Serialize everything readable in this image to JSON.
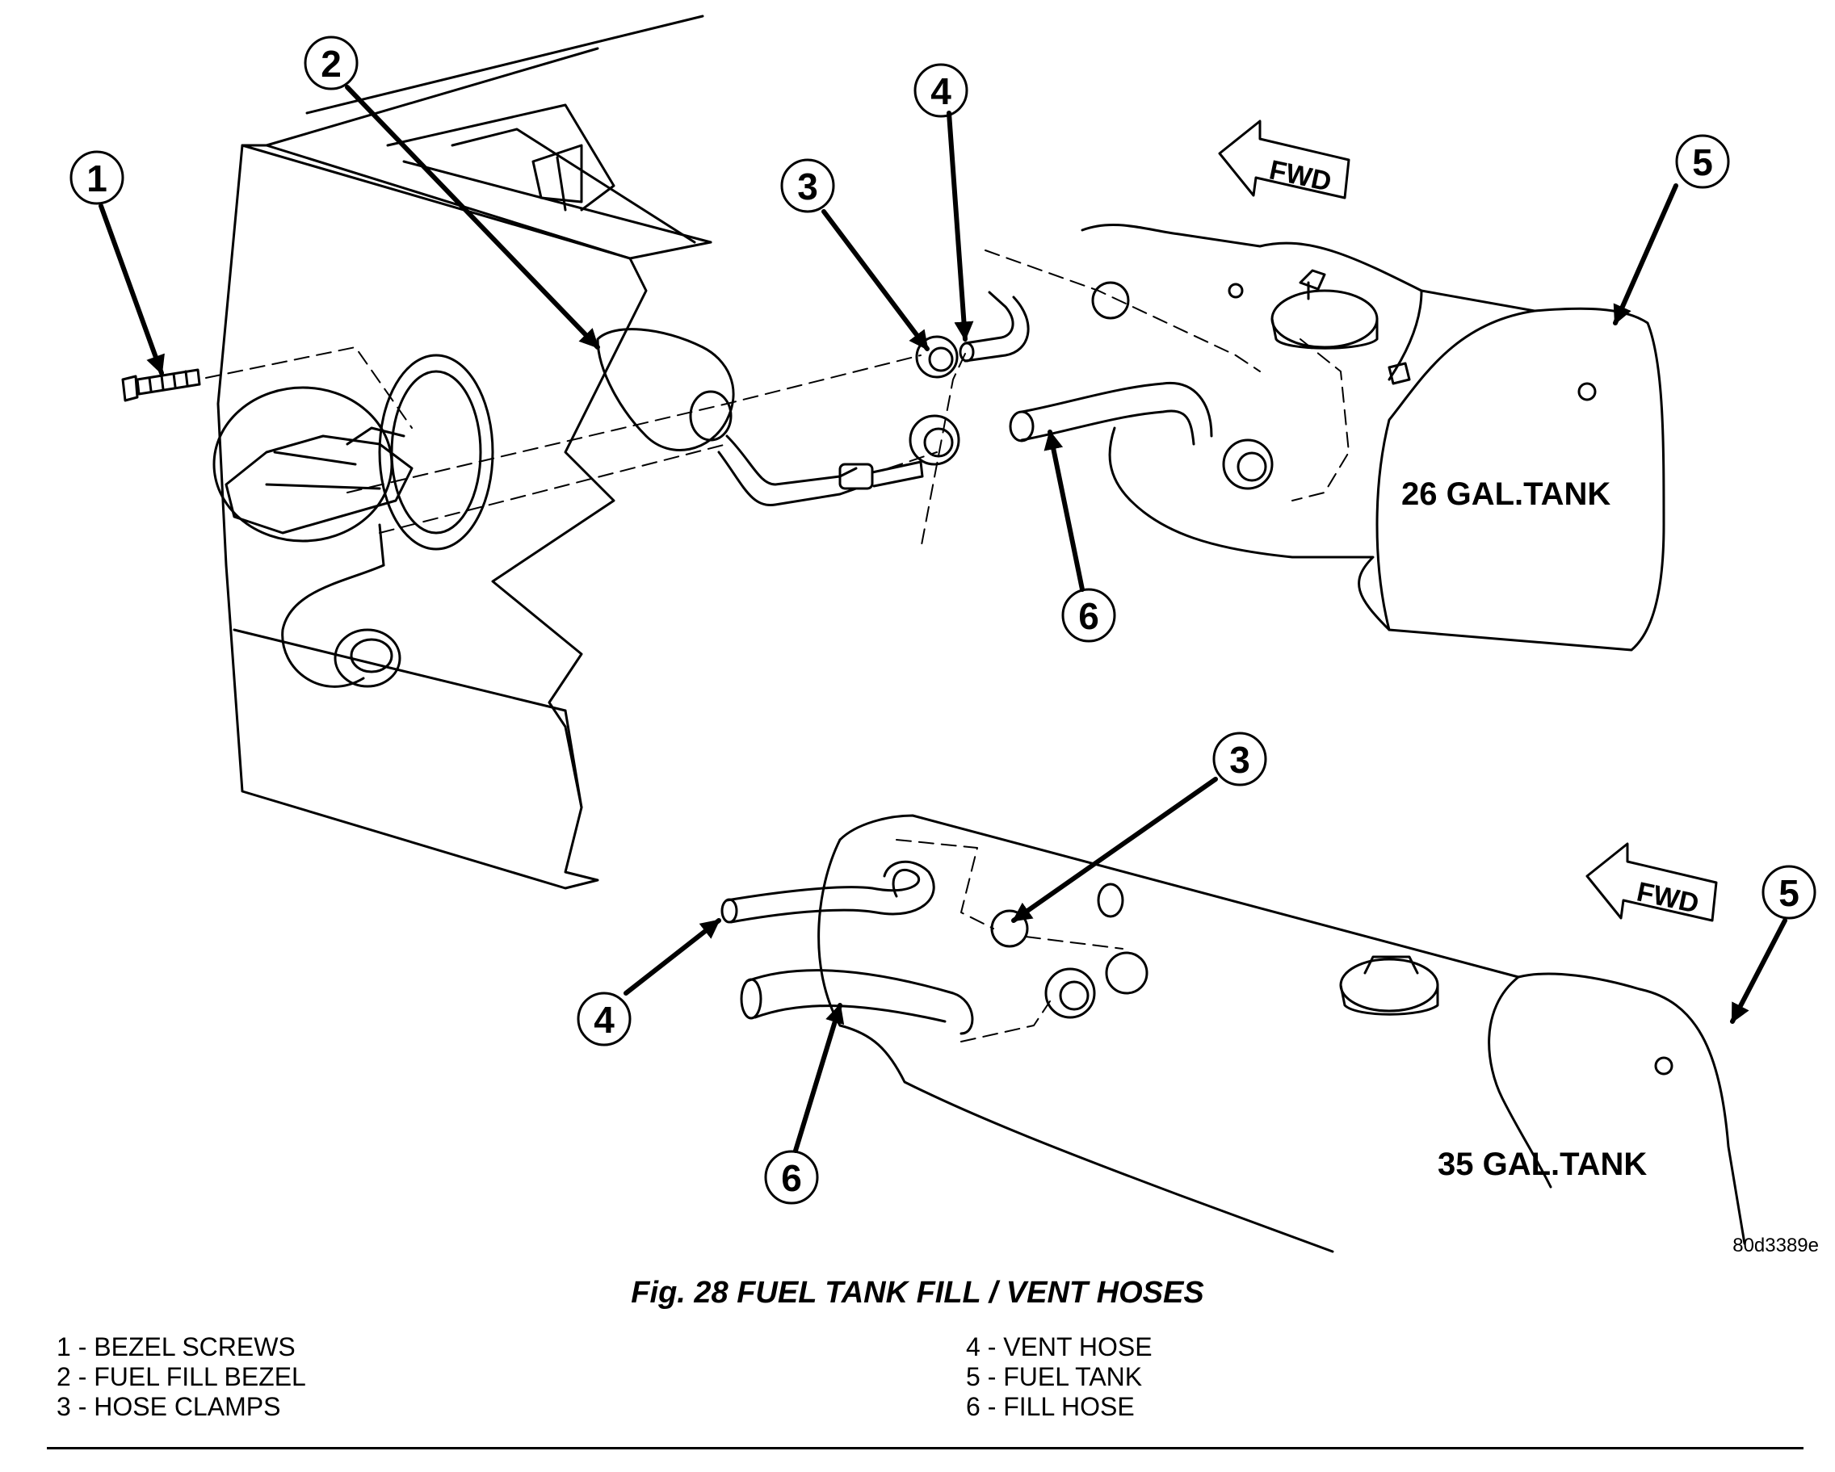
{
  "figure": {
    "callouts": [
      "1",
      "2",
      "3",
      "4",
      "5",
      "6"
    ],
    "forward_label": "FWD",
    "tank_26_label": "26 GAL.TANK",
    "tank_35_label": "35 GAL.TANK",
    "drawing_code": "80d3389e"
  },
  "caption": "Fig. 28 FUEL TANK FILL / VENT HOSES",
  "legend": {
    "left": [
      "1 - BEZEL SCREWS",
      "2 - FUEL FILL BEZEL",
      "3 - HOSE CLAMPS"
    ],
    "right": [
      "4 - VENT HOSE",
      "5 - FUEL TANK",
      "6 - FILL HOSE"
    ]
  }
}
